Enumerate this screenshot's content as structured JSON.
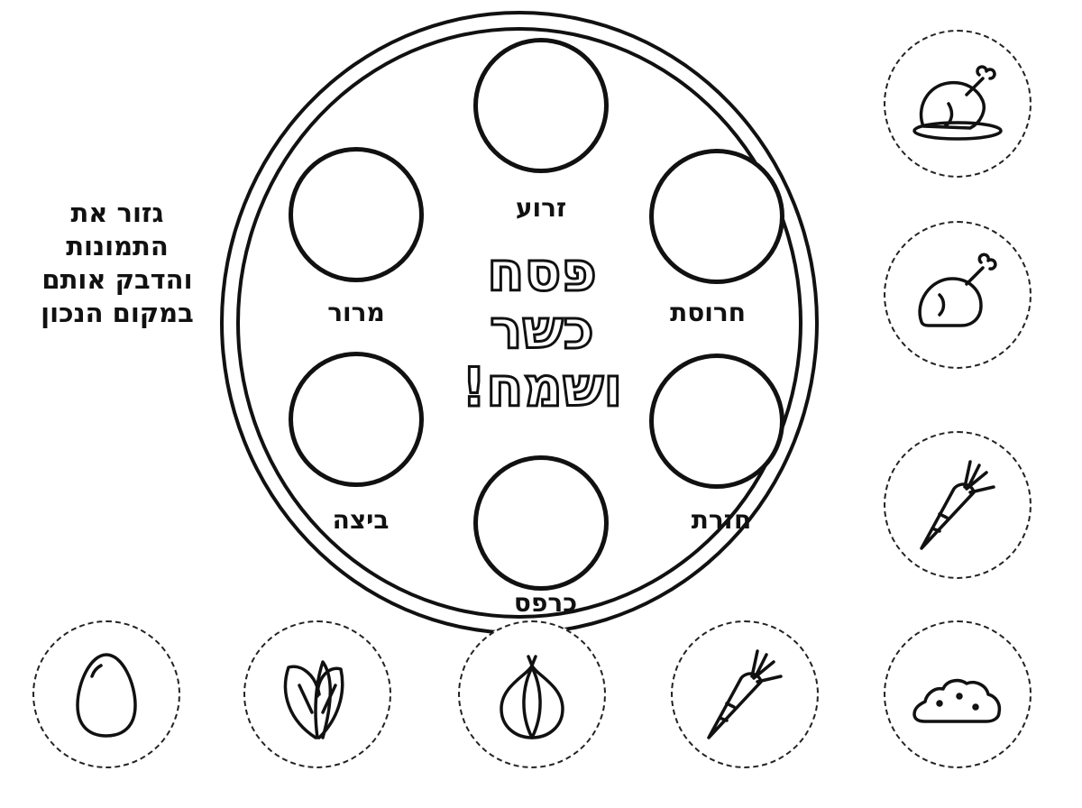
{
  "instructions": [
    "גזור את",
    "התמונות",
    "והדבק אותם",
    "במקום הנכון"
  ],
  "greeting": [
    "פסח",
    "כשר",
    "ושמח!"
  ],
  "plate_labels": {
    "zeroa": "זרוע",
    "charoset": "חרוסת",
    "maror": "מרור",
    "chazeret": "חזרת",
    "beitza": "ביצה",
    "karpas": "כרפס"
  },
  "cutouts": {
    "right": [
      "roast-chicken-icon",
      "chicken-leg-icon",
      "carrot-icon",
      "charoset-pile-icon"
    ],
    "bottom": [
      "egg-icon",
      "lettuce-icon",
      "onion-icon",
      "carrot-icon"
    ]
  }
}
